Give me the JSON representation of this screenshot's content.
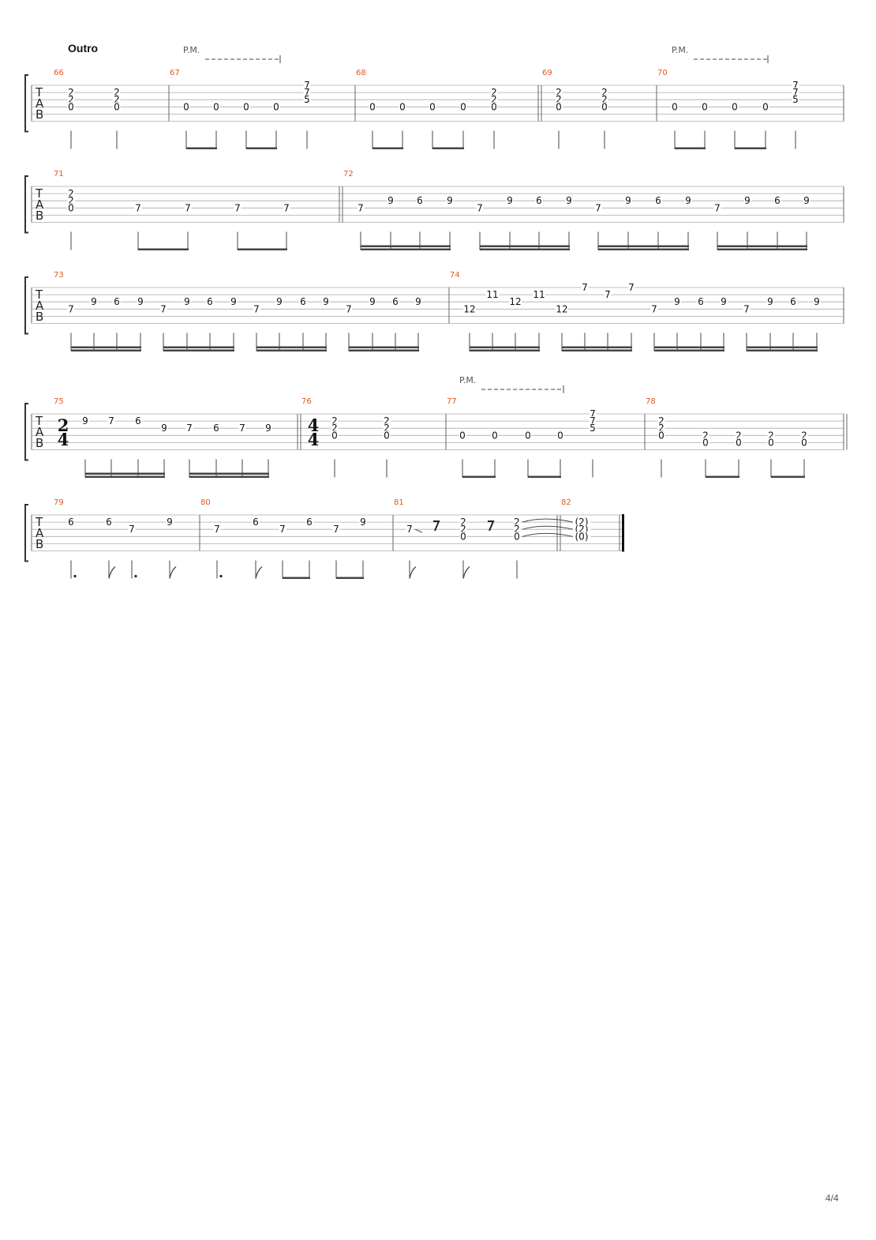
{
  "section_label": "Outro",
  "page_number": "4/4",
  "pm_label": "P.M.",
  "tab_clef": [
    "T",
    "A",
    "B"
  ],
  "time_signatures": {
    "m75": [
      "2",
      "4"
    ],
    "m76": [
      "4",
      "4"
    ]
  },
  "measures": [
    {
      "num": "66",
      "notes": [
        [
          "2",
          "2",
          "0"
        ],
        [
          "2",
          "2",
          "0"
        ]
      ]
    },
    {
      "num": "67",
      "notes": [
        "0",
        "0",
        "0",
        "0",
        [
          "7",
          "7",
          "5"
        ]
      ]
    },
    {
      "num": "68",
      "notes": [
        "0",
        "0",
        "0",
        "0",
        [
          "2",
          "2",
          "0"
        ]
      ]
    },
    {
      "num": "69",
      "notes": [
        [
          "2",
          "2",
          "0"
        ],
        [
          "2",
          "2",
          "0"
        ]
      ]
    },
    {
      "num": "70",
      "notes": [
        "0",
        "0",
        "0",
        "0",
        [
          "7",
          "7",
          "5"
        ]
      ]
    },
    {
      "num": "71",
      "notes": [
        [
          "2",
          "2",
          "0"
        ],
        "7",
        "7",
        "7",
        "7"
      ]
    },
    {
      "num": "72",
      "notes": [
        "7",
        "9",
        "6",
        "9",
        "7",
        "9",
        "6",
        "9",
        "7",
        "9",
        "6",
        "9",
        "7",
        "9",
        "6",
        "9"
      ]
    },
    {
      "num": "73",
      "notes": [
        "7",
        "9",
        "6",
        "9",
        "7",
        "9",
        "6",
        "9",
        "7",
        "9",
        "6",
        "9",
        "7",
        "9",
        "6",
        "9"
      ]
    },
    {
      "num": "74",
      "notes": [
        "12",
        "11",
        "12",
        "11",
        "12",
        "7",
        "7",
        "7",
        "7",
        "9",
        "6",
        "9",
        "7",
        "9",
        "6",
        "9"
      ]
    },
    {
      "num": "75",
      "notes": [
        "9",
        "7",
        "6",
        "9",
        "7",
        "6",
        "7",
        "9"
      ]
    },
    {
      "num": "76",
      "notes": [
        [
          "2",
          "2",
          "0"
        ],
        [
          "2",
          "2",
          "0"
        ]
      ]
    },
    {
      "num": "77",
      "notes": [
        "0",
        "0",
        "0",
        "0",
        [
          "7",
          "7",
          "5"
        ]
      ]
    },
    {
      "num": "78",
      "notes": [
        [
          "2",
          "2",
          "0"
        ],
        [
          "2",
          "0"
        ],
        [
          "2",
          "0"
        ],
        [
          "2",
          "0"
        ],
        [
          "2",
          "0"
        ]
      ]
    },
    {
      "num": "79",
      "notes": [
        "6",
        "6",
        "7",
        "9"
      ]
    },
    {
      "num": "80",
      "notes": [
        "7",
        "6",
        "7",
        "6",
        "7",
        "9"
      ]
    },
    {
      "num": "81",
      "notes": [
        "7",
        [
          "2",
          "2",
          "0"
        ],
        [
          "2",
          "2",
          "0"
        ]
      ]
    },
    {
      "num": "82",
      "notes": [
        [
          "(2)",
          "(2)",
          "(0)"
        ]
      ]
    }
  ]
}
